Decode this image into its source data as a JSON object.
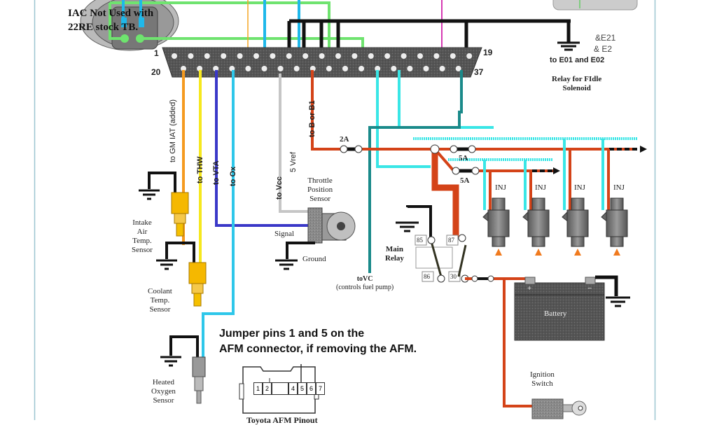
{
  "diagram": {
    "title_note": [
      "IAC Not Used with",
      "22RE stock TB."
    ],
    "ecu_connector": {
      "pin_first_top": "1",
      "pin_first_bottom": "20",
      "pin_last_top": "19",
      "pin_last_bottom": "37"
    },
    "ground_note": {
      "line1": "&E21",
      "line2": "& E2",
      "line3": "to E01 and E02"
    },
    "fidle_relay": [
      "Relay for FIdle",
      "Solenoid"
    ],
    "wire_labels": {
      "iat": "to GM IAT (added)",
      "thw": "to THW",
      "vta": "to VTA",
      "ox": "to Ox",
      "vcc": "to Vcc",
      "vref": "5 Vref",
      "b": "to B or B1",
      "vc": "toVC",
      "vc_note": "(controls fuel pump)"
    },
    "fuses": [
      "2A",
      "5A",
      "5A"
    ],
    "components": {
      "iat_sensor": [
        "Intake",
        "Air",
        "Temp.",
        "Sensor"
      ],
      "coolant_sensor": [
        "Coolant",
        "Temp.",
        "Sensor"
      ],
      "o2_sensor": [
        "Heated",
        "Oxygen",
        "Sensor"
      ],
      "tps": [
        "Throttle",
        "Position",
        "Sensor"
      ],
      "tps_signal": "Signal",
      "tps_ground": "Ground",
      "main_relay": [
        "Main",
        "Relay"
      ],
      "relay_pins": [
        "85",
        "87",
        "86",
        "30"
      ],
      "injectors": [
        "INJ",
        "INJ",
        "INJ",
        "INJ"
      ],
      "battery": "Battery",
      "battery_pos": "+",
      "battery_neg": "−",
      "ignition": [
        "Ignition",
        "Switch"
      ]
    },
    "jumper_note": [
      "Jumper pins 1 and 5 on the",
      "AFM connector, if removing the AFM."
    ],
    "afm_pins": [
      "1",
      "2",
      "",
      "4",
      "5",
      "6",
      "7"
    ],
    "afm_caption": "Toyota AFM Pinout"
  }
}
